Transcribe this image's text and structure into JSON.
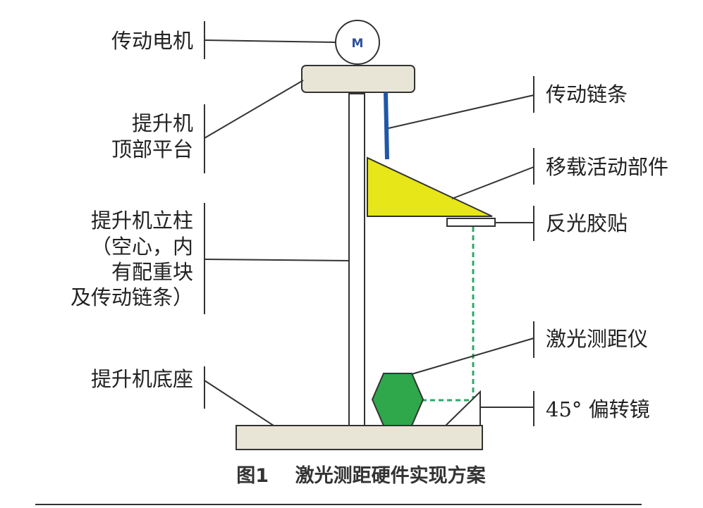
{
  "labels": {
    "motor": "传动电机",
    "top_platform_1": "提升机",
    "top_platform_2": "顶部平台",
    "column_1": "提升机立柱",
    "column_2": "（空心，内",
    "column_3": "有配重块",
    "column_4": "及传动链条）",
    "base": "提升机底座",
    "chain": "传动链条",
    "carrier": "移载活动部件",
    "reflector": "反光胶贴",
    "rangefinder": "激光测距仪",
    "mirror": "45°  偏转镜"
  },
  "motor_letter": "M",
  "caption": "图1    激光测距硬件实现方案",
  "colors": {
    "platform": "#e9e5d6",
    "carrier": "#e6e619",
    "chain": "#1f57a8",
    "rangefinder": "#2ea84a",
    "laser": "#2ea86a",
    "outline": "#333333"
  }
}
